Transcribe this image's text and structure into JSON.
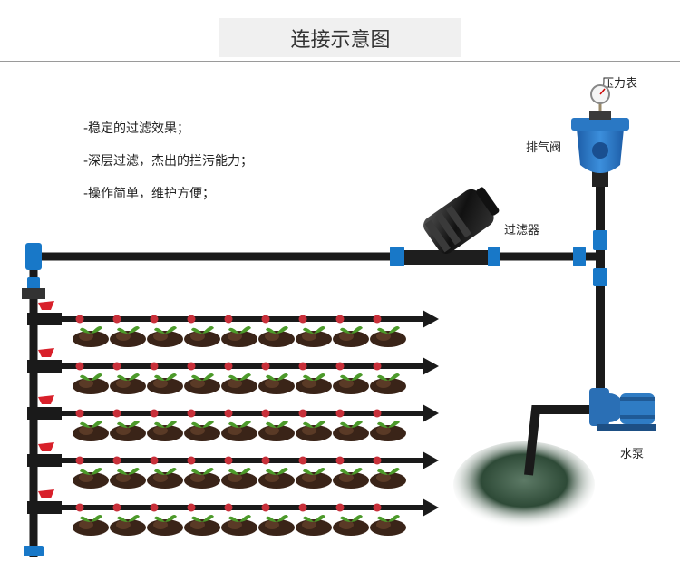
{
  "title": "连接示意图",
  "features": [
    "-稳定的过滤效果；",
    "-深层过滤，杰出的拦污能力；",
    "-操作简单，维护方便；"
  ],
  "labels": {
    "pressure_gauge": "压力表",
    "exhaust_valve": "排气阀",
    "filter": "过滤器",
    "water_pump": "水泵"
  },
  "drip_lines": {
    "rows": 5,
    "plants_per_row": 9
  },
  "colors": {
    "pipe": "#1a1a1a",
    "connector": "#1878c8",
    "valve_handle": "#d8202a",
    "valve_body": "#2f7fc7",
    "pump_body": "#2a6fb5",
    "soil": "#3a2418",
    "leaf": "#4c9a2a",
    "water": "#2f4b38"
  }
}
